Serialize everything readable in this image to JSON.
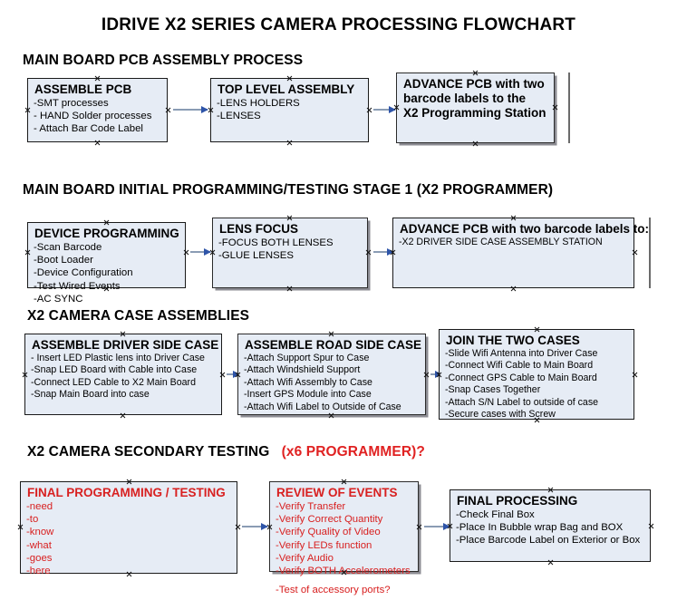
{
  "document": {
    "title": "IDRIVE X2  SERIES CAMERA PROCESSING FLOWCHART",
    "accent_color": "#d82020",
    "box_fill": "#e6ecf5",
    "arrow_color": "#2e54a8"
  },
  "sections": [
    {
      "id": "main-board-pcb-assembly-process",
      "heading": "MAIN BOARD PCB ASSEMBLY PROCESS",
      "heading_accent": ""
    },
    {
      "id": "main-board-initial-programming",
      "heading": "MAIN BOARD INITIAL PROGRAMMING/TESTING STAGE 1 (X2 PROGRAMMER)",
      "heading_accent": ""
    },
    {
      "id": "x2-camera-case-assemblies",
      "heading": "X2 CAMERA CASE ASSEMBLIES",
      "heading_accent": ""
    },
    {
      "id": "x2-camera-secondary-testing",
      "heading": "X2 CAMERA SECONDARY TESTING",
      "heading_accent": "(x6 PROGRAMMER)?"
    }
  ],
  "boxes": {
    "assemble_pcb": {
      "title": "ASSEMBLE PCB",
      "lines": [
        "-SMT processes",
        "- HAND Solder processes",
        "- Attach Bar Code Label"
      ]
    },
    "top_level_assembly": {
      "title": "TOP LEVEL ASSEMBLY",
      "lines": [
        "-LENS HOLDERS",
        "-LENSES"
      ]
    },
    "advance_pcb_programming_station": {
      "title": "ADVANCE PCB with two",
      "lines": [
        "barcode labels to the",
        " X2 Programming Station"
      ]
    },
    "device_programming": {
      "title": "DEVICE PROGRAMMING",
      "lines": [
        "-Scan Barcode",
        "-Boot Loader",
        "-Device Configuration",
        "-Test Wired Events",
        "-AC SYNC"
      ]
    },
    "lens_focus": {
      "title": "LENS FOCUS",
      "lines": [
        "-FOCUS BOTH LENSES",
        "-GLUE LENSES"
      ]
    },
    "advance_pcb_driver_side": {
      "title": "ADVANCE PCB with two barcode labels to:",
      "lines": [
        "-X2 DRIVER  SIDE  CASE  ASSEMBLY STATION"
      ]
    },
    "assemble_driver_side_case": {
      "title": "ASSEMBLE DRIVER SIDE CASE",
      "lines": [
        "- Insert LED Plastic lens into Driver Case",
        "-Snap LED Board with Cable into Case",
        "-Connect LED Cable to X2 Main Board",
        "-Snap Main Board into case"
      ]
    },
    "assemble_road_side_case": {
      "title": "ASSEMBLE ROAD SIDE CASE",
      "lines": [
        "-Attach Support Spur to Case",
        "-Attach Windshield Support",
        "-Attach Wifi Assembly to Case",
        "-Insert GPS Module into Case",
        "-Attach Wifi Label to Outside of Case"
      ]
    },
    "join_the_two_cases": {
      "title": "JOIN THE TWO CASES",
      "lines": [
        "-Slide Wifi Antenna into Driver Case",
        "-Connect Wifi Cable to Main Board",
        "-Connect GPS Cable to Main Board",
        "-Snap Cases Together",
        "-Attach S/N Label to outside of case",
        "-Secure cases with Screw"
      ]
    },
    "final_programming_testing": {
      "title": "FINAL PROGRAMMING / TESTING",
      "lines": [
        "-need",
        "-to",
        "-know",
        "-what",
        "-goes",
        "-here"
      ]
    },
    "review_of_events": {
      "title": "REVIEW OF EVENTS",
      "lines": [
        "-Verify Transfer",
        "-Verify Correct Quantity",
        "-Verify Quality of Video",
        "-Verify LEDs function",
        "-Verify Audio",
        "-Verify BOTH Accelerometers"
      ],
      "overflow_line": "-Test of accessory ports?"
    },
    "final_processing": {
      "title": "FINAL PROCESSING",
      "lines": [
        "-Check Final Box",
        "-Place In Bubble wrap Bag and BOX",
        "-Place Barcode Label on Exterior or Box"
      ]
    }
  }
}
